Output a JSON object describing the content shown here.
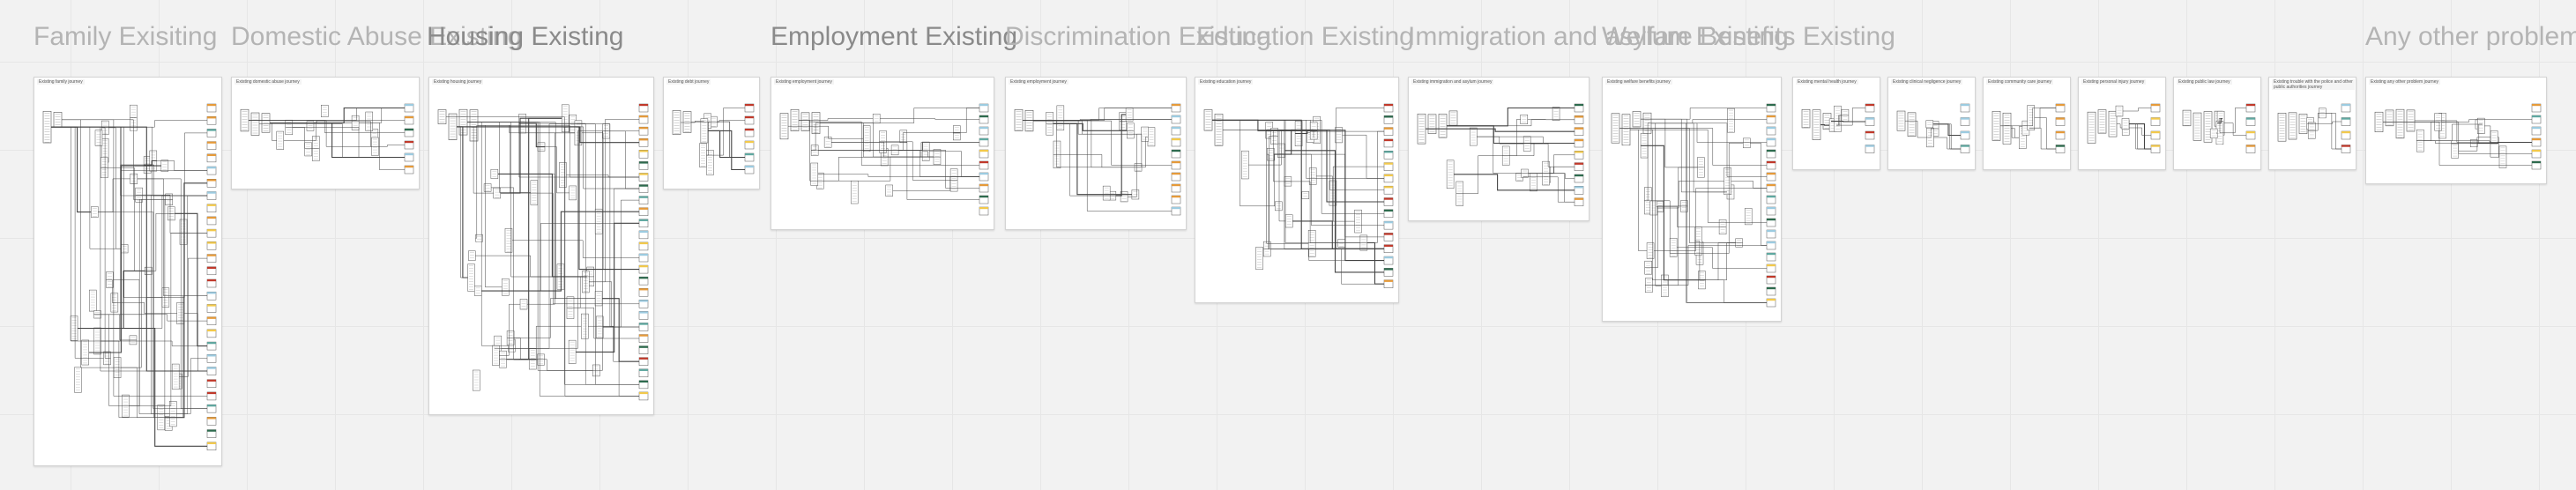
{
  "section_titles": {
    "family": "Family Exisiting",
    "domestic_abuse": "Domestic Abuse Existing",
    "housing": "Housing Existing",
    "employment": "Employment Existing",
    "discrimination": "Discrimination Existing",
    "education": "Education Existing",
    "immigration": "Immigration and asylum Existing",
    "welfare": "Welfare Benefits Existing",
    "any_other": "Any other problem"
  },
  "boards": {
    "family": "Existing family journey",
    "domestic_abuse": "Existing domestic abuse journey",
    "housing": "Existing housing journey",
    "debt": "Existing debt journey",
    "employment": "Existing employment journey",
    "discrimination": "Existing employment journey",
    "education": "Existing education journey",
    "immigration": "Existing immigration and asylum journey",
    "welfare": "Existing welfare benefits journey",
    "mental_health": "Existing mental health journey",
    "clinical_negligence": "Existing clinical negligence journey",
    "community_care": "Existing community care journey",
    "personal_injury": "Existing personal injury journey",
    "public_law": "Existing public law journey",
    "trouble": "Existing trouble with the police and other public authorities journey",
    "any_other": "Existing any other problem journey"
  },
  "colors": {
    "canvas": "#f2f2f2",
    "grid": "#e6e6e6",
    "title": "#b4b4b4",
    "board": "#ffffff",
    "connector": "#444444",
    "node_border": "#555555",
    "swatch_dark_green": "#2e6b4e",
    "swatch_teal": "#5fa8a0",
    "swatch_orange": "#e59a3a",
    "swatch_red": "#c0392b",
    "swatch_yellow": "#f2c94c",
    "swatch_light_blue": "#9ccbe0"
  }
}
